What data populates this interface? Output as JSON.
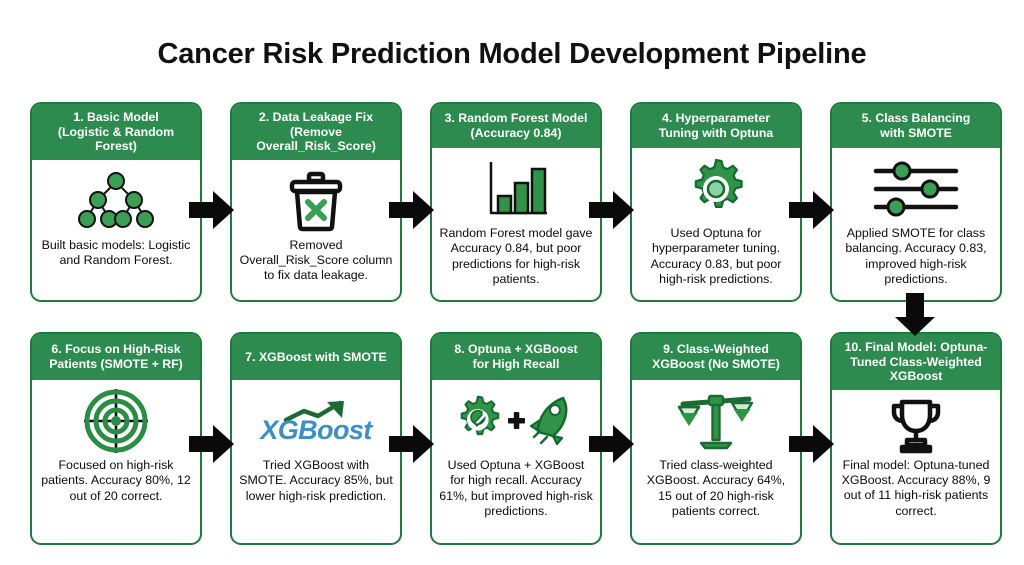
{
  "page": {
    "title": "Cancer Risk Prediction Model Development Pipeline",
    "background_color": "#ffffff",
    "accent_green": "#2e8b50",
    "border_green": "#1f7a3d",
    "arrow_color": "#0a0a0a",
    "xgboost_blue": "#3d8fc4"
  },
  "steps": [
    {
      "id": 1,
      "header": "1. Basic Model\n(Logistic & Random Forest)",
      "icon": "decision-tree-icon",
      "description": "Built basic models: Logistic and Random Forest."
    },
    {
      "id": 2,
      "header": "2. Data Leakage Fix\n(Remove Overall_Risk_Score)",
      "icon": "trash-can-x-icon",
      "description": "Removed Overall_Risk_Score column to fix data leakage."
    },
    {
      "id": 3,
      "header": "3. Random Forest Model\n(Accuracy 0.84)",
      "icon": "bar-chart-icon",
      "description": "Random Forest model gave Accuracy 0.84, but poor predictions for high-risk patients."
    },
    {
      "id": 4,
      "header": "4. Hyperparameter\nTuning with Optuna",
      "icon": "gear-icon",
      "description": "Used Optuna for hyperparameter tuning. Accuracy 0.83, but poor high-risk predictions."
    },
    {
      "id": 5,
      "header": "5. Class Balancing\nwith SMOTE",
      "icon": "sliders-icon",
      "description": "Applied SMOTE for class balancing. Accuracy 0.83, improved high-risk predictions."
    },
    {
      "id": 6,
      "header": "6. Focus on High-Risk\nPatients (SMOTE + RF)",
      "icon": "target-crosshair-icon",
      "description": "Focused on high-risk patients. Accuracy 80%, 12 out of 20 correct."
    },
    {
      "id": 7,
      "header": "7. XGBoost with SMOTE",
      "icon": "xgboost-logo-icon",
      "icon_text": "XGBoost",
      "description": "Tried XGBoost with SMOTE. Accuracy 85%, but lower high-risk prediction."
    },
    {
      "id": 8,
      "header": "8. Optuna + XGBoost\nfor High Recall",
      "icon": "gear-wrench-plus-rocket-icon",
      "icon_text": "+",
      "description": "Used Optuna + XGBoost for high recall. Accuracy 61%, but improved high-risk predictions."
    },
    {
      "id": 9,
      "header": "9. Class-Weighted\nXGBoost (No SMOTE)",
      "icon": "balance-scales-icon",
      "description": "Tried class-weighted XGBoost. Accuracy 64%, 15 out of 20 high-risk patients correct."
    },
    {
      "id": 10,
      "header": "10. Final Model: Optuna-Tuned Class-Weighted XGBoost",
      "icon": "trophy-icon",
      "description": "Final model: Optuna-tuned XGBoost. Accuracy 88%, 9 out of 11 high-risk patients correct."
    }
  ],
  "connectors": [
    {
      "name": "arrow-1-to-2",
      "direction": "right"
    },
    {
      "name": "arrow-2-to-3",
      "direction": "right"
    },
    {
      "name": "arrow-3-to-4",
      "direction": "right"
    },
    {
      "name": "arrow-4-to-5",
      "direction": "right"
    },
    {
      "name": "arrow-5-to-10",
      "direction": "down"
    },
    {
      "name": "arrow-6-to-7",
      "direction": "right"
    },
    {
      "name": "arrow-7-to-8",
      "direction": "right"
    },
    {
      "name": "arrow-8-to-9",
      "direction": "right"
    },
    {
      "name": "arrow-9-to-10",
      "direction": "right"
    }
  ]
}
